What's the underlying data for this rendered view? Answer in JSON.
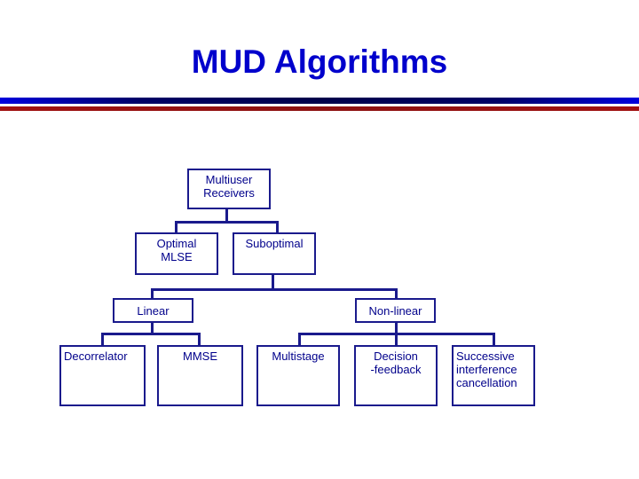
{
  "slide": {
    "title": "MUD Algorithms",
    "title_color": "#0000cc",
    "accent_bar_color": "#000080",
    "accent_rule_color": "#8b1010",
    "box_border_color": "#1a1a8c",
    "box_text_color": "#00008b",
    "background_color": "#ffffff"
  },
  "diagram": {
    "type": "tree",
    "root": "Multiuser Receivers",
    "nodes": [
      {
        "id": "multiuser-receivers",
        "label": "Multiuser Receivers",
        "line1": "Multiuser",
        "line2": "Receivers",
        "level": 0
      },
      {
        "id": "optimal-mlse",
        "label": "Optimal MLSE",
        "line1": "Optimal",
        "line2": "MLSE",
        "level": 1
      },
      {
        "id": "suboptimal",
        "label": "Suboptimal",
        "line1": "Suboptimal",
        "line2": "",
        "level": 1
      },
      {
        "id": "linear",
        "label": "Linear",
        "line1": "Linear",
        "line2": "",
        "level": 2
      },
      {
        "id": "non-linear",
        "label": "Non-linear",
        "line1": "Non-linear",
        "line2": "",
        "level": 2
      },
      {
        "id": "decorrelator",
        "label": "Decorrelator",
        "line1": "Decorrelator",
        "line2": "",
        "line3": "",
        "level": 3
      },
      {
        "id": "mmse",
        "label": "MMSE",
        "line1": "MMSE",
        "line2": "",
        "line3": "",
        "level": 3
      },
      {
        "id": "multistage",
        "label": "Multistage",
        "line1": "Multistage",
        "line2": "",
        "line3": "",
        "level": 3
      },
      {
        "id": "decision-feedback",
        "label": "Decision -feedback",
        "line1": "Decision",
        "line2": "-feedback",
        "line3": "",
        "level": 3
      },
      {
        "id": "successive-interference-cancellation",
        "label": "Successive interference cancellation",
        "line1": "Successive",
        "line2": "interference",
        "line3": "cancellation",
        "level": 3
      }
    ],
    "edges": [
      {
        "from": "multiuser-receivers",
        "to": "optimal-mlse"
      },
      {
        "from": "multiuser-receivers",
        "to": "suboptimal"
      },
      {
        "from": "suboptimal",
        "to": "linear"
      },
      {
        "from": "suboptimal",
        "to": "non-linear"
      },
      {
        "from": "linear",
        "to": "decorrelator"
      },
      {
        "from": "linear",
        "to": "mmse"
      },
      {
        "from": "non-linear",
        "to": "multistage"
      },
      {
        "from": "non-linear",
        "to": "decision-feedback"
      },
      {
        "from": "non-linear",
        "to": "successive-interference-cancellation"
      }
    ]
  }
}
